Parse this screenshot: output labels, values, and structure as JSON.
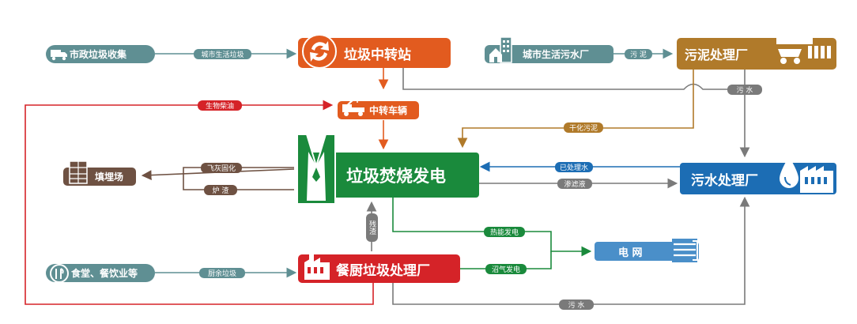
{
  "colors": {
    "teal": "#5f8f93",
    "orange": "#e25b1f",
    "brown": "#b07a2a",
    "green": "#1a8a3c",
    "blue": "#1c6db4",
    "red": "#d52328",
    "gray": "#7a7a7a",
    "darkbrown": "#6e5142",
    "lightblue": "#4a8fc9"
  },
  "nodes": {
    "municipal": "市政垃圾收集",
    "transfer_station": "垃圾中转站",
    "transfer_vehicle": "中转车辆",
    "city_sewage": "城市生活污水厂",
    "sludge_plant": "污泥处理厂",
    "incineration": "垃圾焚烧发电",
    "landfill": "填埋场",
    "wastewater_plant": "污水处理厂",
    "grid": "电 网",
    "canteen": "食堂、餐饮业等",
    "kitchen_plant": "餐厨垃圾处理厂"
  },
  "edges": {
    "domestic_waste": "城市生活垃圾",
    "biodiesel": "生物柴油",
    "sludge": "污 泥",
    "sewage_top": "污 水",
    "dried_sludge": "干化污泥",
    "fly_ash": "飞灰固化",
    "slag": "炉 渣",
    "treated_water": "已处理水",
    "leachate": "渗滤液",
    "residue": "残渣",
    "thermal_power": "热能发电",
    "biogas_power": "沼气发电",
    "kitchen_waste": "厨余垃圾",
    "sewage_bottom": "污 水"
  }
}
